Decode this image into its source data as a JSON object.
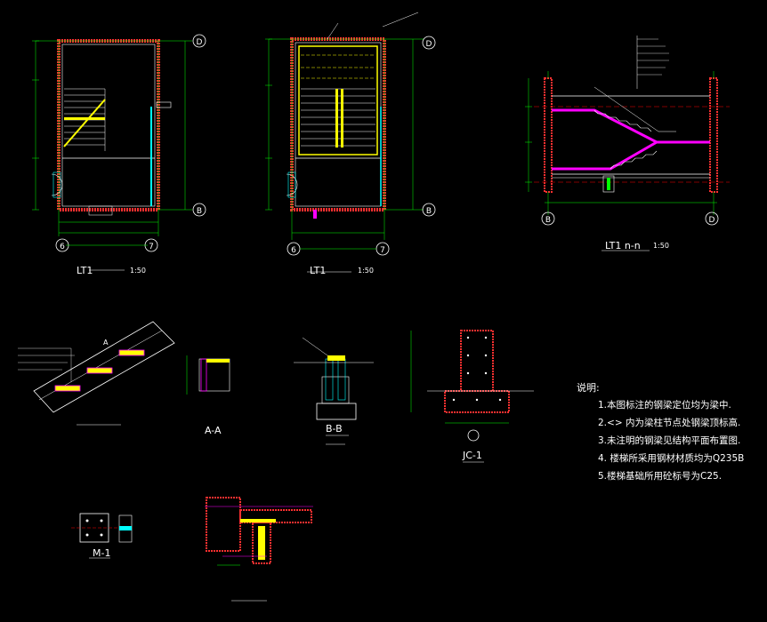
{
  "grid_labels": {
    "plan1_top": "D",
    "plan1_bottom": "B",
    "plan1_left": "6",
    "plan1_right": "7",
    "plan2_top": "D",
    "plan2_bottom": "B",
    "plan2_left": "6",
    "plan2_right": "7",
    "section_left": "B",
    "section_right": "D"
  },
  "captions": {
    "plan1": "LT1",
    "plan1_scale": "1:50",
    "plan2": "LT1",
    "plan2_scale": "1:50",
    "section": "LT1  n-n",
    "section_scale": "1:50",
    "section_aa": "A-A",
    "section_bb": "B-B",
    "jc1": "JC-1",
    "m1": "M-1"
  },
  "notes": {
    "heading": "说明:",
    "items": [
      "1.本图标注的钢梁定位均为梁中.",
      "2.<> 内为梁柱节点处钢梁顶标高.",
      "3.未注明的钢梁见结构平面布置图.",
      "4. 楼梯所采用钢材材质均为Q235B",
      "5.楼梯基础所用砼标号为C25."
    ]
  },
  "colors": {
    "background": "#000000",
    "wall": "#ff0000",
    "hatch": "#ff3030",
    "dim": "#00ff00",
    "stair": "#ffff00",
    "beam": "#ff00ff",
    "text": "#ffffff",
    "cyan": "#00ffff"
  }
}
